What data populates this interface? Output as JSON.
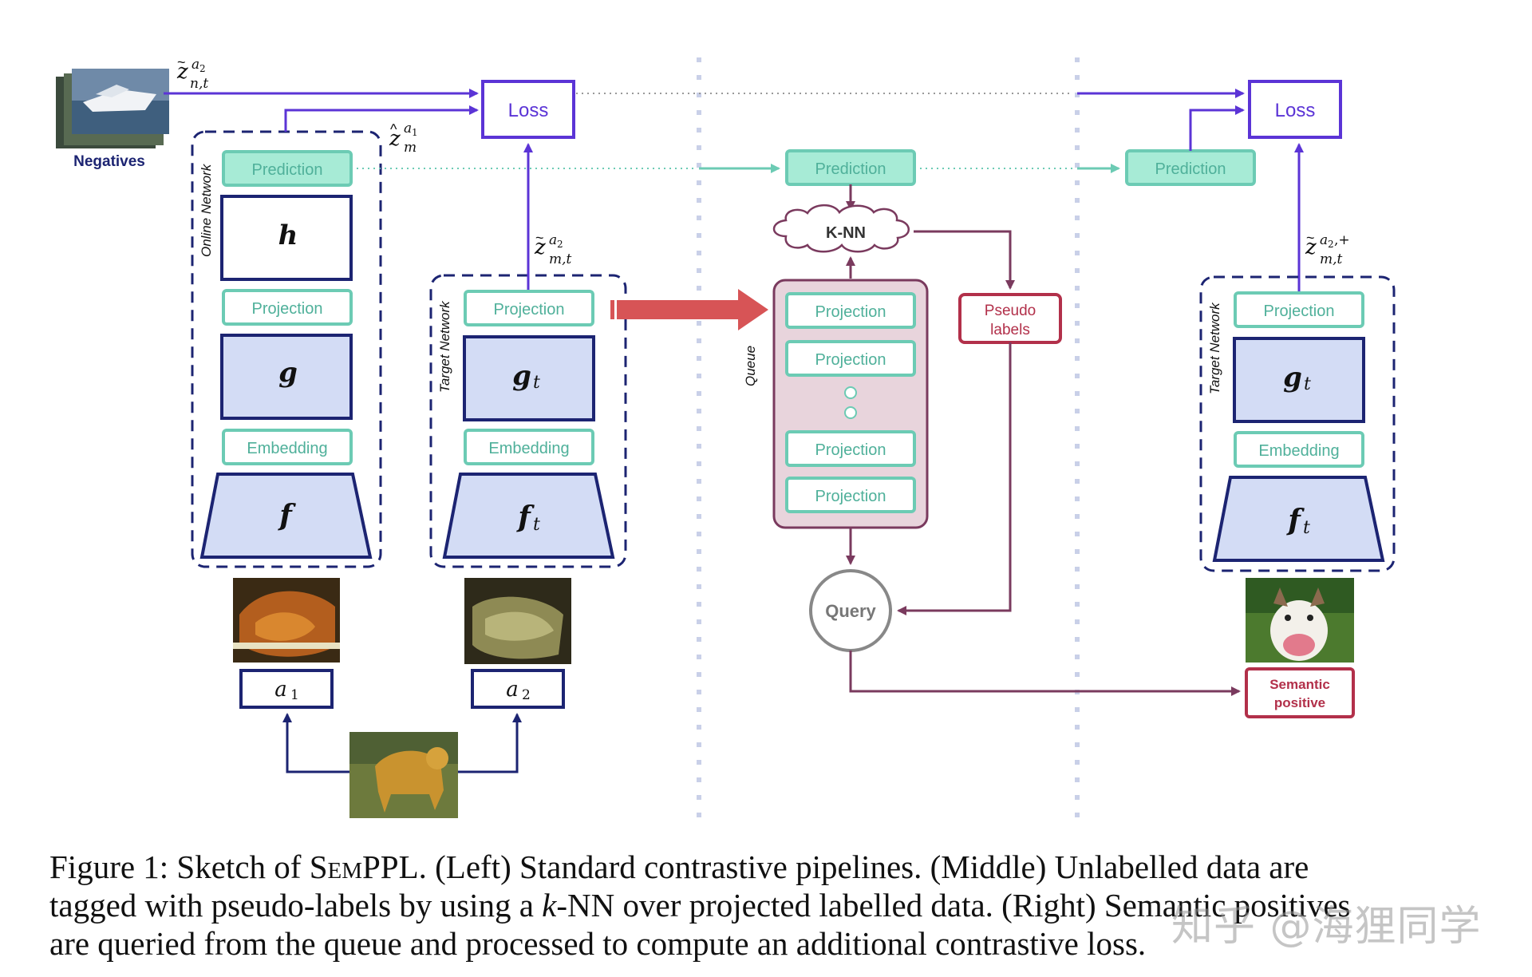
{
  "negatives_label": "Negatives",
  "loss_label": "Loss",
  "prediction_label": "Prediction",
  "projection_label": "Projection",
  "embedding_label": "Embedding",
  "online_network_label": "Online Network",
  "target_network_label": "Target Network",
  "queue_label": "Queue",
  "knn_label": "K-NN",
  "pseudo_labels_label": [
    "Pseudo",
    "labels"
  ],
  "query_label": "Query",
  "semantic_positive_label": [
    "Semantic",
    "positive"
  ],
  "symbols": {
    "h": "h",
    "g": "g",
    "g_t": "g",
    "f": "f",
    "f_t": "f",
    "t_sub": "t",
    "a1": "a",
    "a1_sub": "1",
    "a2": "a",
    "a2_sub": "2"
  },
  "math_labels": {
    "z_neg": {
      "base": "z",
      "sup": "a",
      "sup_sub": "2",
      "sub": "n,t"
    },
    "z_online": {
      "base": "z",
      "sup": "a",
      "sup_sub": "1",
      "sub": "m"
    },
    "z_target": {
      "base": "z",
      "sup": "a",
      "sup_sub": "2",
      "sub": "m,t"
    },
    "z_right": {
      "base": "z",
      "sup": "a",
      "sup_sub": "2",
      "sup_tail": ",+",
      "sub": "m,t"
    }
  },
  "caption": {
    "prefix": "Figure 1: Sketch of ",
    "name": "SemPPL",
    "rest_line1": ". (Left) Standard contrastive pipelines. (Middle) Unlabelled data are",
    "line2_a": "tagged with pseudo-labels by using a ",
    "line2_k": "k",
    "line2_b": "-NN over projected labelled data. (Right) Semantic positives",
    "line3": "are queried from the queue and processed to compute an additional contrastive loss."
  },
  "watermark": "知乎 @海狸同学",
  "colors": {
    "purple": "#5b34d6",
    "navy": "#1c2472",
    "teal": "#6ccbb4",
    "teal_fill": "#a7ebd6",
    "teal_text": "#4fb09a",
    "block_fill": "#d3dcf5",
    "maroon": "#7a3a5e",
    "crimson": "#b2304a",
    "red_arrow": "#d75456",
    "queue_fill": "#e8d4dc"
  }
}
